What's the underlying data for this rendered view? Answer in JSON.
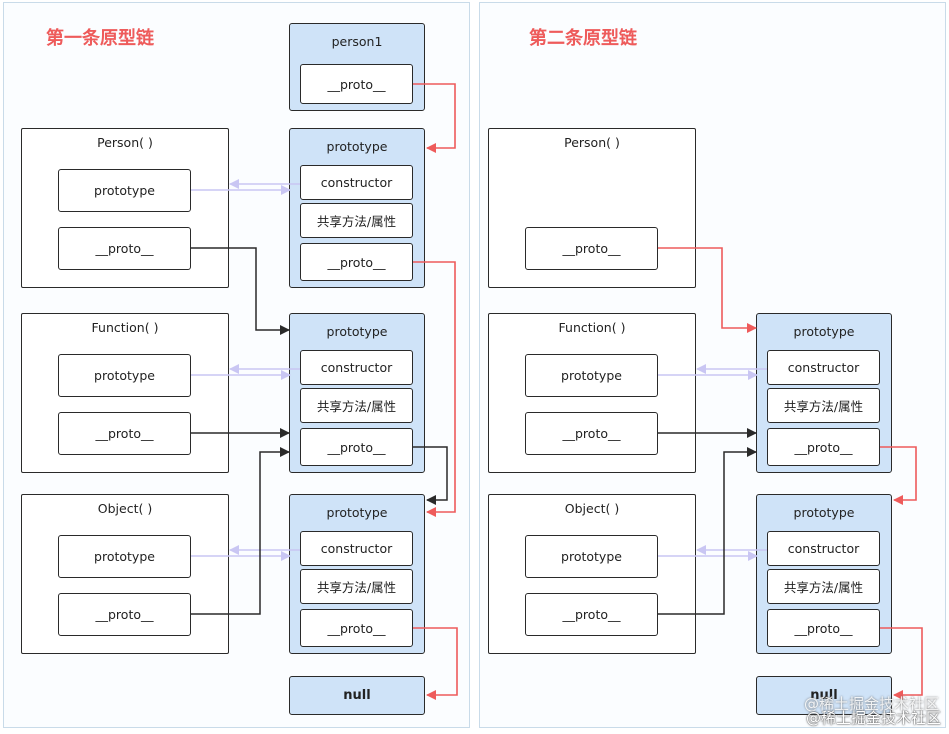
{
  "left": {
    "title": "第一条原型链",
    "person1": {
      "label": "person1",
      "proto": "__proto__"
    },
    "person_func": {
      "label": "Person( )",
      "prototype": "prototype",
      "proto": "__proto__"
    },
    "person_proto": {
      "label": "prototype",
      "constructor": "constructor",
      "shared": "共享方法/属性",
      "proto": "__proto__"
    },
    "function_func": {
      "label": "Function( )",
      "prototype": "prototype",
      "proto": "__proto__"
    },
    "function_proto": {
      "label": "prototype",
      "constructor": "constructor",
      "shared": "共享方法/属性",
      "proto": "__proto__"
    },
    "object_func": {
      "label": "Object( )",
      "prototype": "prototype",
      "proto": "__proto__"
    },
    "object_proto": {
      "label": "prototype",
      "constructor": "constructor",
      "shared": "共享方法/属性",
      "proto": "__proto__"
    },
    "null": "null"
  },
  "right": {
    "title": "第二条原型链",
    "person_func": {
      "label": "Person( )",
      "proto": "__proto__"
    },
    "function_func": {
      "label": "Function( )",
      "prototype": "prototype",
      "proto": "__proto__"
    },
    "function_proto": {
      "label": "prototype",
      "constructor": "constructor",
      "shared": "共享方法/属性",
      "proto": "__proto__"
    },
    "object_func": {
      "label": "Object( )",
      "prototype": "prototype",
      "proto": "__proto__"
    },
    "object_proto": {
      "label": "prototype",
      "constructor": "constructor",
      "shared": "共享方法/属性",
      "proto": "__proto__"
    },
    "null": "null"
  },
  "watermark": "@稀土掘金技术社区",
  "colors": {
    "red_link": "#ee5b5b",
    "black_link": "#2a2a2a",
    "lavender_link": "#c9c6f3",
    "object_fill": "#cfe3f8",
    "title": "#ee5b5b"
  }
}
